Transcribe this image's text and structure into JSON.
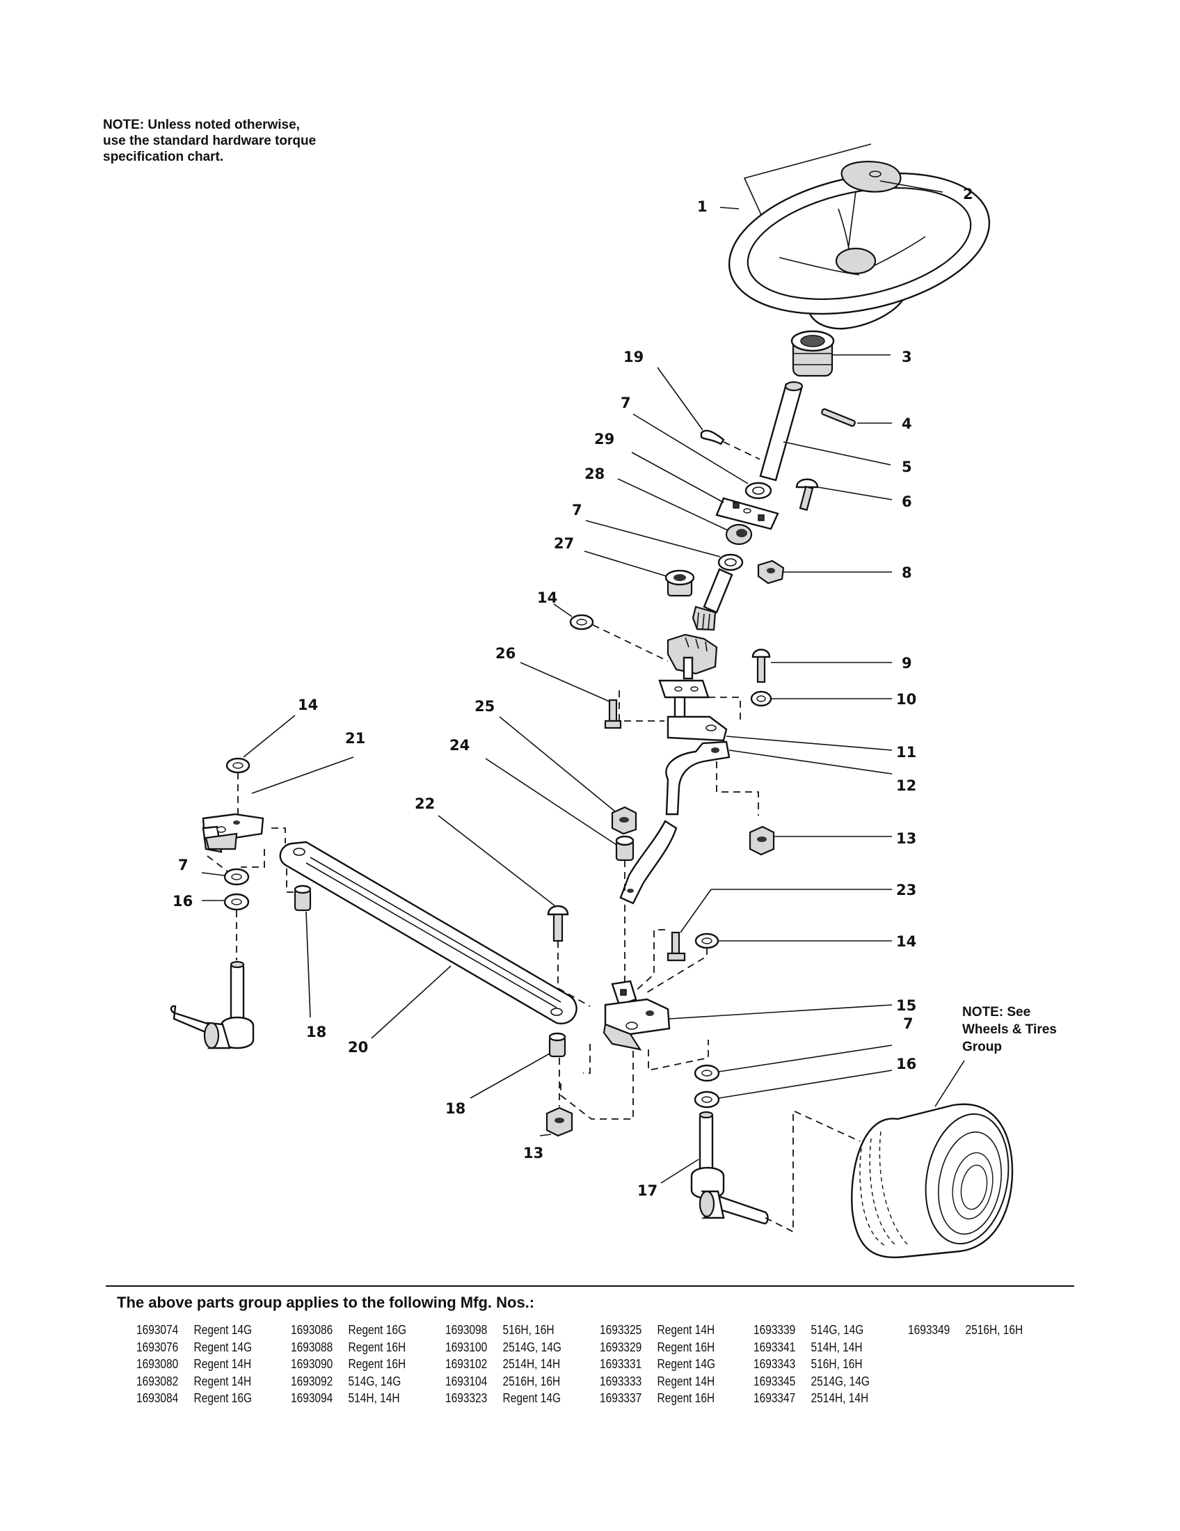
{
  "notes": {
    "top_lines": [
      "NOTE: Unless noted otherwise,",
      "use the standard hardware torque",
      "specification chart."
    ],
    "wheels_lines": [
      "NOTE: See",
      "Wheels & Tires",
      "Group"
    ]
  },
  "callouts": {
    "c1": "1",
    "c2": "2",
    "c3": "3",
    "c4": "4",
    "c5": "5",
    "c6": "6",
    "c7a": "7",
    "c7b": "7",
    "c7c": "7",
    "c7d": "7",
    "c8": "8",
    "c9": "9",
    "c10": "10",
    "c11": "11",
    "c12": "12",
    "c13a": "13",
    "c13b": "13",
    "c14a": "14",
    "c14b": "14",
    "c14c": "14",
    "c15": "15",
    "c16a": "16",
    "c16b": "16",
    "c17": "17",
    "c18a": "18",
    "c18b": "18",
    "c19": "19",
    "c20": "20",
    "c21": "21",
    "c22": "22",
    "c23": "23",
    "c24": "24",
    "c25": "25",
    "c26": "26",
    "c27": "27",
    "c28": "28",
    "c29": "29"
  },
  "applies_title": "The above parts group applies to the following Mfg. Nos.:",
  "mfg_columns": [
    [
      {
        "no": "1693074",
        "model": "Regent 14G"
      },
      {
        "no": "1693076",
        "model": "Regent 14G"
      },
      {
        "no": "1693080",
        "model": "Regent 14H"
      },
      {
        "no": "1693082",
        "model": "Regent 14H"
      },
      {
        "no": "1693084",
        "model": "Regent 16G"
      }
    ],
    [
      {
        "no": "1693086",
        "model": "Regent 16G"
      },
      {
        "no": "1693088",
        "model": "Regent 16H"
      },
      {
        "no": "1693090",
        "model": "Regent 16H"
      },
      {
        "no": "1693092",
        "model": "514G, 14G"
      },
      {
        "no": "1693094",
        "model": "514H, 14H"
      }
    ],
    [
      {
        "no": "1693098",
        "model": "516H, 16H"
      },
      {
        "no": "1693100",
        "model": "2514G, 14G"
      },
      {
        "no": "1693102",
        "model": "2514H, 14H"
      },
      {
        "no": "1693104",
        "model": "2516H, 16H"
      },
      {
        "no": "1693323",
        "model": "Regent 14G"
      }
    ],
    [
      {
        "no": "1693325",
        "model": "Regent 14H"
      },
      {
        "no": "1693329",
        "model": "Regent 16H"
      },
      {
        "no": "1693331",
        "model": "Regent 14G"
      },
      {
        "no": "1693333",
        "model": "Regent 14H"
      },
      {
        "no": "1693337",
        "model": "Regent 16H"
      }
    ],
    [
      {
        "no": "1693339",
        "model": "514G, 14G"
      },
      {
        "no": "1693341",
        "model": "514H, 14H"
      },
      {
        "no": "1693343",
        "model": "516H, 16H"
      },
      {
        "no": "1693345",
        "model": "2514G, 14G"
      },
      {
        "no": "1693347",
        "model": "2514H, 14H"
      }
    ],
    [
      {
        "no": "1693349",
        "model": "2516H, 16H"
      }
    ]
  ]
}
